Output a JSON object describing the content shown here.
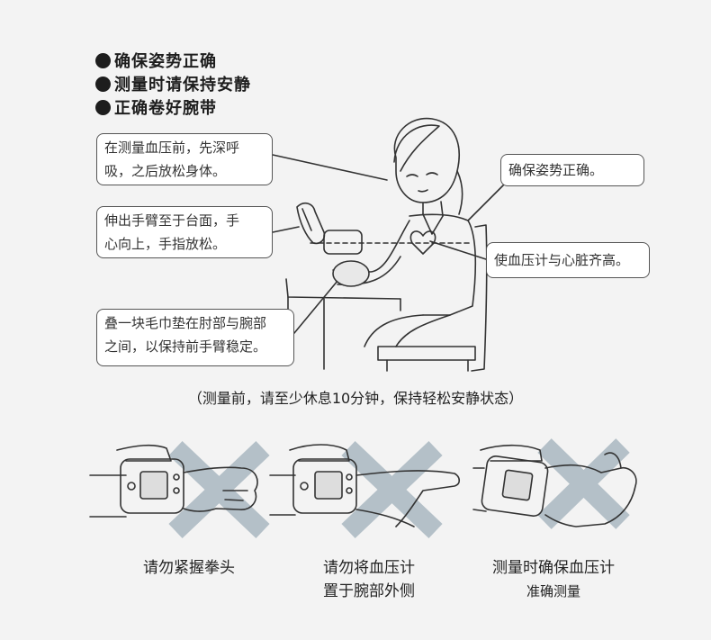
{
  "bullets": [
    "确保姿势正确",
    "测量时请保持安静",
    "正确卷好腕带"
  ],
  "callouts": {
    "breathe": {
      "line1": "在测量血压前，先深呼",
      "line2": "吸，之后放松身体。"
    },
    "arm": {
      "line1": "伸出手臂至于台面，手",
      "line2": "心向上，手指放松。"
    },
    "towel": {
      "line1": "叠一块毛巾垫在肘部与腕部",
      "line2": "之间，以保持前手臂稳定。"
    },
    "posture": "确保姿势正确。",
    "heart_level": "使血压计与心脏齐高。"
  },
  "caption": "（测量前，请至少休息10分钟，保持轻松安静状态）",
  "wrong_examples": [
    {
      "line1": "请勿紧握拳头",
      "line2": ""
    },
    {
      "line1": "请勿将血压计",
      "line2": "置于腕部外侧"
    },
    {
      "line1": "测量时确保血压计",
      "line2": "准确测量"
    }
  ],
  "colors": {
    "cross": "#b4c0c8",
    "line": "#333333",
    "callout_border": "#555555"
  },
  "icons": [
    "cross-mark-icon",
    "heart-icon"
  ]
}
